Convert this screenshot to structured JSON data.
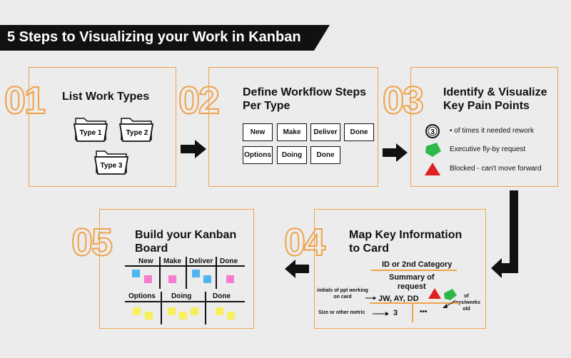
{
  "title": "5 Steps to Visualizing your Work in Kanban",
  "colors": {
    "accent": "#f0a24a",
    "ink": "#111111",
    "background": "#ececec",
    "green": "#2fb84a",
    "red": "#e02020",
    "sticky_pink": "#f77bcf",
    "sticky_blue": "#4fb6ef",
    "sticky_yellow": "#f7f05a"
  },
  "step1": {
    "number": "01",
    "title": "List Work Types",
    "folders": [
      "Type 1",
      "Type 2",
      "Type 3"
    ]
  },
  "step2": {
    "number": "02",
    "title": "Define Workflow Steps\nPer Type",
    "row1": [
      "New",
      "Make",
      "Deliver",
      "Done"
    ],
    "row2": [
      "Options",
      "Doing",
      "Done"
    ]
  },
  "step3": {
    "number": "03",
    "title": "Identify & Visualize\nKey Pain Points",
    "rework_count": "3",
    "rework_label": "• of times it needed rework",
    "flyby_label": "Executive fly-by request",
    "blocked_label": "Blocked - can't move forward"
  },
  "step4": {
    "number": "04",
    "title": "Map Key Information\nto Card",
    "category": "ID or 2nd Category",
    "summary": "Summary of\nrequest",
    "initials_label": "initials of ppl working\non card",
    "initials": "JW, AY, DD",
    "size_label": "Size or other metric",
    "size_value": "3",
    "dots": "•••",
    "age_label": "of\ndays/weeks\nold"
  },
  "step5": {
    "number": "05",
    "title": "Build your Kanban\nBoard",
    "row1": [
      "New",
      "Make",
      "Deliver",
      "Done"
    ],
    "row2": [
      "Options",
      "Doing",
      "Done"
    ]
  }
}
